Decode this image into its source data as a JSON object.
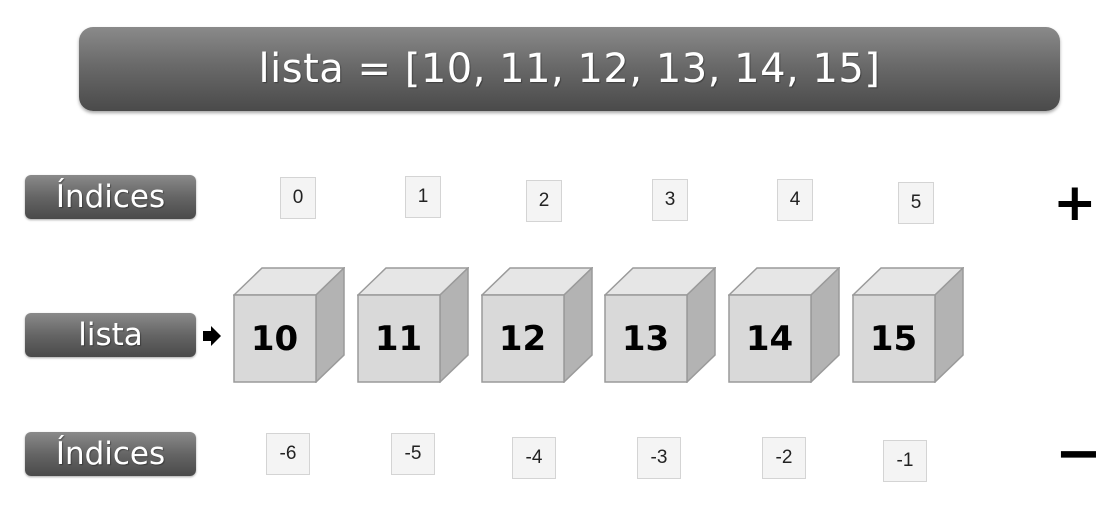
{
  "title": "lista = [10, 11, 12, 13, 14, 15]",
  "labels": {
    "indices_top": "Índices",
    "lista": "lista",
    "indices_bottom": "Índices"
  },
  "positive_indices": [
    "0",
    "1",
    "2",
    "3",
    "4",
    "5"
  ],
  "values": [
    "10",
    "11",
    "12",
    "13",
    "14",
    "15"
  ],
  "negative_indices": [
    "-6",
    "-5",
    "-4",
    "-3",
    "-2",
    "-1"
  ],
  "signs": {
    "plus": "+",
    "minus": "−"
  },
  "icons": {
    "pointer": "arrow-right-icon"
  },
  "colors": {
    "pill_dark": "#4a4a4a",
    "cube_front": "#d9d9d9",
    "cube_top": "#e6e6e6",
    "cube_side": "#b3b3b3"
  }
}
